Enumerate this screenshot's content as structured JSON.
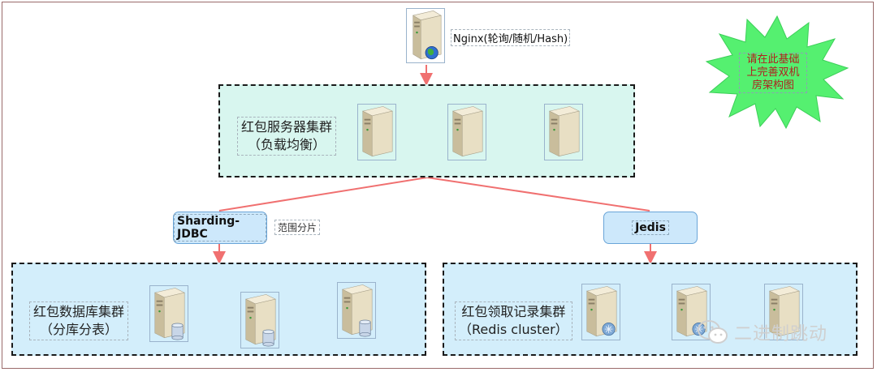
{
  "nginx": {
    "label": "Nginx(轮询/随机/Hash)"
  },
  "server_cluster": {
    "line1": "红包服务器集群",
    "line2": "（负载均衡）"
  },
  "sharding": {
    "label": "Sharding-JDBC",
    "note": "范围分片"
  },
  "jedis": {
    "label": "Jedis"
  },
  "db_cluster": {
    "line1": "红包数据库集群",
    "line2": "（分库分表）"
  },
  "redis_cluster": {
    "line1": "红包领取记录集群",
    "line2": "（Redis cluster）"
  },
  "callout": {
    "line1": "请在此基础",
    "line2": "上完善双机",
    "line3": "房架构图"
  },
  "watermark": {
    "text": "二进制跳动"
  },
  "colors": {
    "connector": "#f07070",
    "teal_cluster": "#d8f6ef",
    "blue_cluster": "#d3eefb",
    "client_box": "#cde8fb",
    "burst": "#55f070",
    "callout_text": "#b02020"
  }
}
